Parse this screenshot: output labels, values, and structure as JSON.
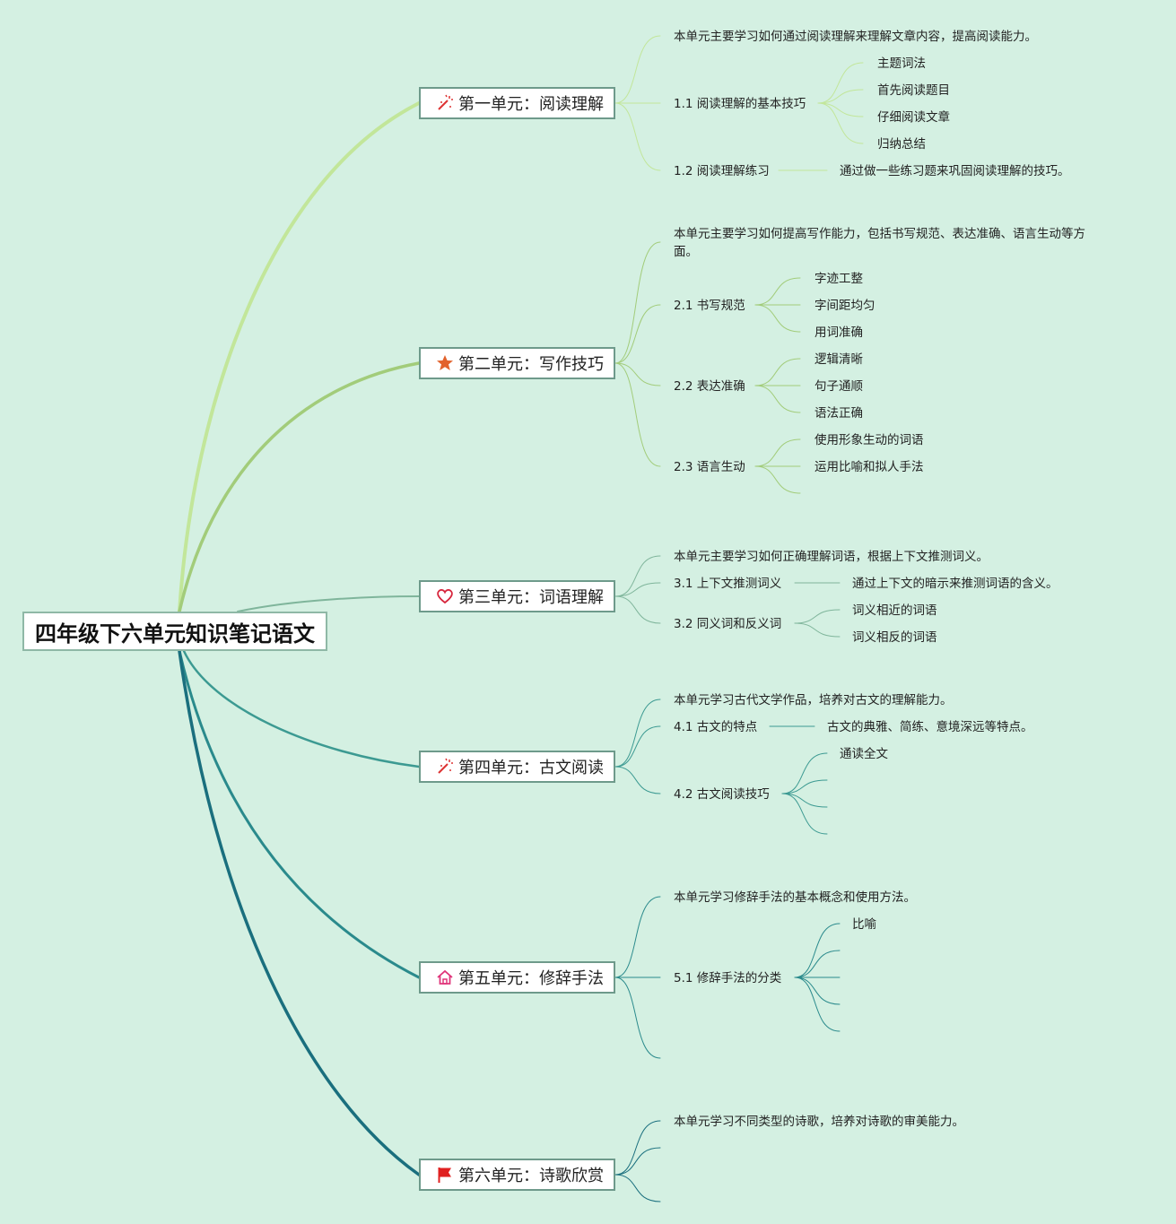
{
  "title": "四年级下六单元知识笔记语文",
  "units": [
    {
      "label": "第一单元：阅读理解",
      "icon": "magic-wand-icon",
      "summary": "本单元主要学习如何通过阅读理解来理解文章内容，提高阅读能力。",
      "sections": [
        {
          "label": "1.1 阅读理解的基本技巧",
          "items": [
            "主题词法",
            "首先阅读题目",
            "仔细阅读文章",
            "归纳总结"
          ]
        },
        {
          "label": "1.2 阅读理解练习",
          "items": [
            "通过做一些练习题来巩固阅读理解的技巧。"
          ]
        }
      ]
    },
    {
      "label": "第二单元：写作技巧",
      "icon": "star-icon",
      "summary": "本单元主要学习如何提高写作能力，包括书写规范、表达准确、语言生动等方面。",
      "sections": [
        {
          "label": "2.1 书写规范",
          "items": [
            "字迹工整",
            "字间距均匀",
            "用词准确"
          ]
        },
        {
          "label": "2.2 表达准确",
          "items": [
            "逻辑清晰",
            "句子通顺",
            "语法正确"
          ]
        },
        {
          "label": "2.3 语言生动",
          "items": [
            "使用形象生动的词语",
            "运用比喻和拟人手法",
            ""
          ]
        }
      ]
    },
    {
      "label": "第三单元：词语理解",
      "icon": "heart-icon",
      "summary": "本单元主要学习如何正确理解词语，根据上下文推测词义。",
      "sections": [
        {
          "label": "3.1 上下文推测词义",
          "items": [
            "通过上下文的暗示来推测词语的含义。"
          ]
        },
        {
          "label": "3.2 同义词和反义词",
          "items": [
            "词义相近的词语",
            "词义相反的词语"
          ]
        }
      ]
    },
    {
      "label": "第四单元：古文阅读",
      "icon": "magic-wand-icon",
      "summary": "本单元学习古代文学作品，培养对古文的理解能力。",
      "sections": [
        {
          "label": "4.1 古文的特点",
          "items": [
            "古文的典雅、简练、意境深远等特点。"
          ]
        },
        {
          "label": "4.2 古文阅读技巧",
          "items": [
            "通读全文",
            "",
            "",
            ""
          ]
        }
      ]
    },
    {
      "label": "第五单元：修辞手法",
      "icon": "home-icon",
      "summary": "本单元学习修辞手法的基本概念和使用方法。",
      "sections": [
        {
          "label": "5.1 修辞手法的分类",
          "items": [
            "比喻",
            "",
            "",
            "",
            ""
          ]
        },
        {
          "label": "",
          "items": []
        }
      ]
    },
    {
      "label": "第六单元：诗歌欣赏",
      "icon": "flag-icon",
      "summary": "本单元学习不同类型的诗歌，培养对诗歌的审美能力。",
      "sections": [
        {
          "label": "",
          "items": []
        },
        {
          "label": "",
          "items": []
        }
      ]
    }
  ],
  "colors": {
    "background": "#d4f0e2",
    "branch": [
      "#c2e69a",
      "#a2cc7a",
      "#7fb59b",
      "#3c9a92",
      "#2a8a8c",
      "#1a6f7e"
    ]
  }
}
